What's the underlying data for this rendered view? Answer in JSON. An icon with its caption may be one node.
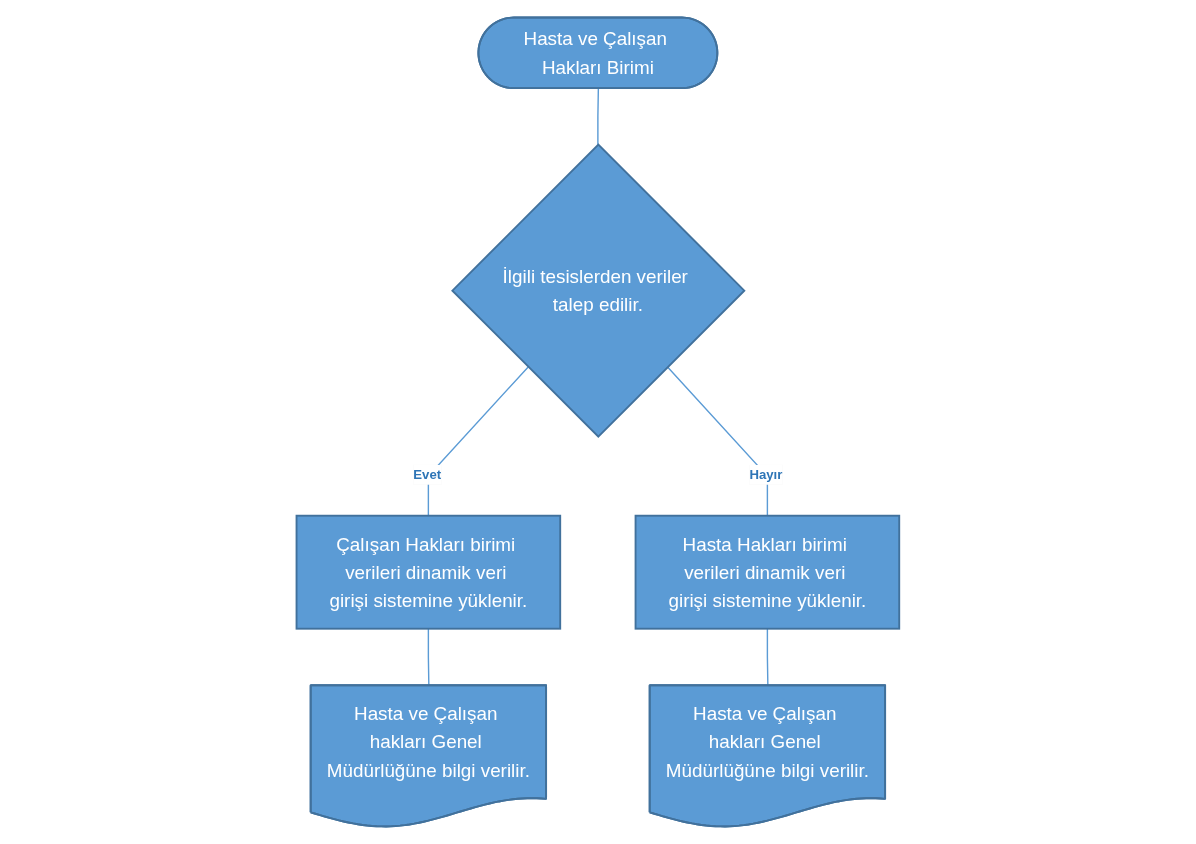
{
  "diagram": {
    "nodes": [
      {
        "text": [
          "Hasta ve Çalışan Hakları Birimi"
        ]
      },
      {
        "text": [
          "İlgili tesislerden veriler talep edilir."
        ]
      },
      {
        "text": [
          "Çalışan Hakları birimi verileri dinamik veri girişi sistemine yüklenir."
        ]
      },
      {
        "text": [
          "Hasta Hakları birimi verileri dinamik veri girişi sistemine yüklenir."
        ]
      },
      {
        "text": [
          "Hasta ve Çalışan hakları Genel Müdürlüğüne bilgi verilir."
        ]
      },
      {
        "text": [
          "Hasta ve Çalışan hakları Genel Müdürlüğüne bilgi verilir."
        ]
      }
    ],
    "edges": [
      {
        "from": 0,
        "to": 1,
        "arrow": "none"
      },
      {
        "from": 1,
        "to": 2,
        "label": "Evet",
        "arrow": "none"
      },
      {
        "from": 1,
        "to": 3,
        "label": "Hayır",
        "arrow": "none"
      },
      {
        "from": 2,
        "to": 4,
        "arrow": "none"
      },
      {
        "from": 3,
        "to": 5,
        "arrow": "none"
      }
    ]
  }
}
